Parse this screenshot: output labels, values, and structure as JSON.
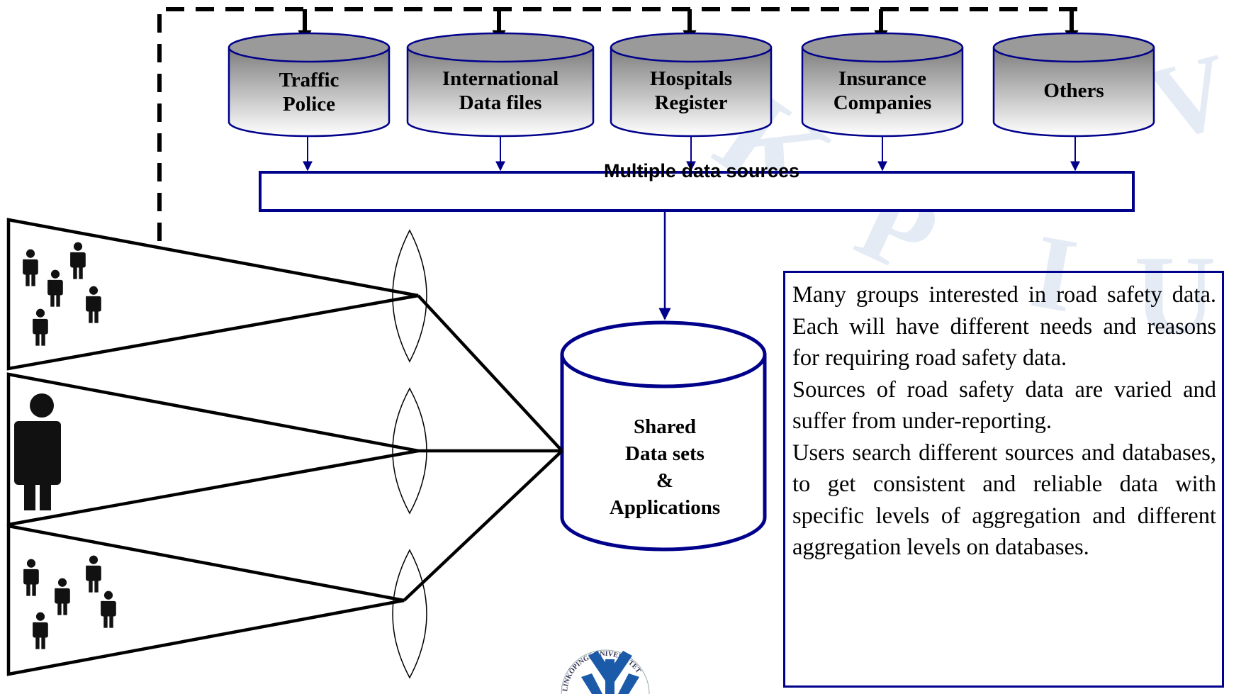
{
  "sources": [
    {
      "id": "traffic-police",
      "label": "Traffic\nPolice"
    },
    {
      "id": "international-data-files",
      "label": "International\nData files"
    },
    {
      "id": "hospitals-register",
      "label": "Hospitals\nRegister"
    },
    {
      "id": "insurance-companies",
      "label": "Insurance\nCompanies"
    },
    {
      "id": "others",
      "label": "Others"
    }
  ],
  "hub_label": "Multiple data sources",
  "shared": {
    "line1": "Shared",
    "line2": "Data sets",
    "line3": "&",
    "line4": "Applications"
  },
  "note": [
    "Many groups interested in road safety data. Each will have different needs and reasons for requiring road safety data.",
    "Sources of road safety data are varied and suffer from under-reporting.",
    "Users search different sources and databases, to get consistent and reliable data with specific levels of aggregation and different aggregation levels on databases."
  ],
  "colors": {
    "accent": "#00008b",
    "watermark": "#1a5aa8",
    "cylinder_top": "#8c8c8c",
    "cylinder_bottom": "#ffffff"
  },
  "logo": {
    "text": "LINKÖPINGS UNIVERSITET"
  },
  "user_groups": [
    {
      "id": "group-top",
      "icon": "people-group-icon"
    },
    {
      "id": "single-user",
      "icon": "person-icon"
    },
    {
      "id": "group-bottom",
      "icon": "people-group-icon"
    }
  ]
}
